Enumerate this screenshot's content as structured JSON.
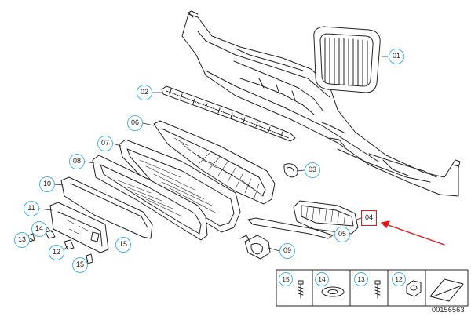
{
  "diagram": {
    "callouts": {
      "c01": "01",
      "c02": "02",
      "c03": "03",
      "c04": "04",
      "c05": "05",
      "c06": "06",
      "c07": "07",
      "c08": "08",
      "c09": "09",
      "c10": "10",
      "c11": "11",
      "c12": "12",
      "c13": "13",
      "c14": "14",
      "c15a": "15",
      "c15b": "15"
    },
    "legend": {
      "cell1": "15",
      "cell2": "14",
      "cell3": "13",
      "cell4": "12"
    },
    "document_number": "00156563",
    "colors": {
      "callout_border": "#49b6e3",
      "highlight": "#e21b1b",
      "line_art": "#222222"
    }
  }
}
